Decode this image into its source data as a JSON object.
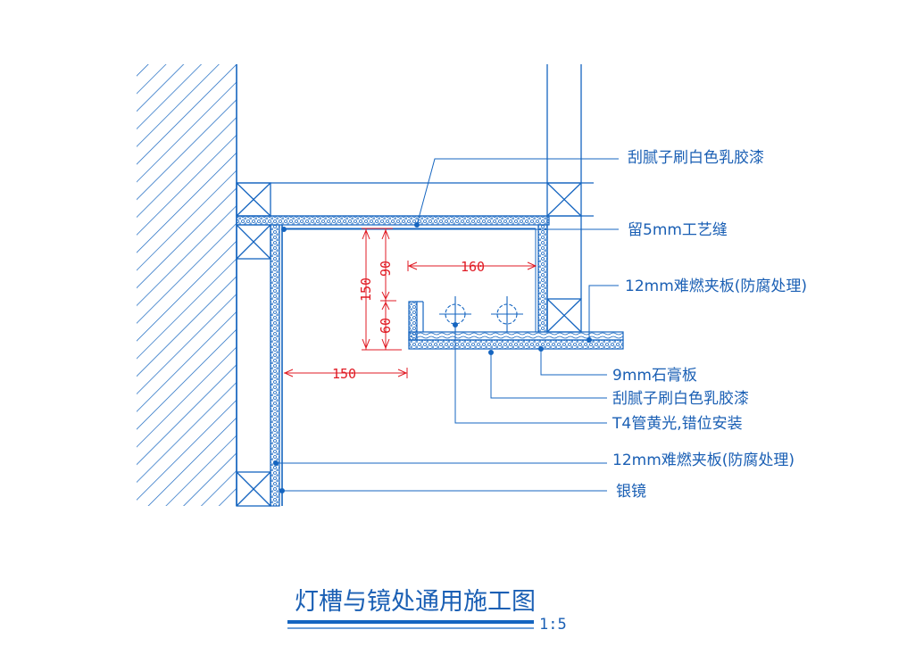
{
  "drawing": {
    "title": "灯槽与镜处通用施工图",
    "scale": "1:5",
    "colors": {
      "line": "#1565c0",
      "text": "#1a5fb4",
      "dimension": "#e01b24",
      "background": "#ffffff"
    },
    "labels": {
      "putty_top": "刮腻子刷白色乳胶漆",
      "gap_5mm": "留5mm工艺缝",
      "board_12mm_top": "12mm难燃夹板(防腐处理)",
      "gypsum_9mm": "9mm石膏板",
      "putty_bottom": "刮腻子刷白色乳胶漆",
      "t4_lamp": "T4管黄光,错位安装",
      "board_12mm_bottom": "12mm难燃夹板(防腐处理)",
      "silver_mirror": "银镜"
    },
    "dimensions": {
      "vertical_total": "150",
      "vertical_upper": "90",
      "vertical_lower": "60",
      "horizontal_top": "160",
      "horizontal_bottom": "150"
    }
  }
}
